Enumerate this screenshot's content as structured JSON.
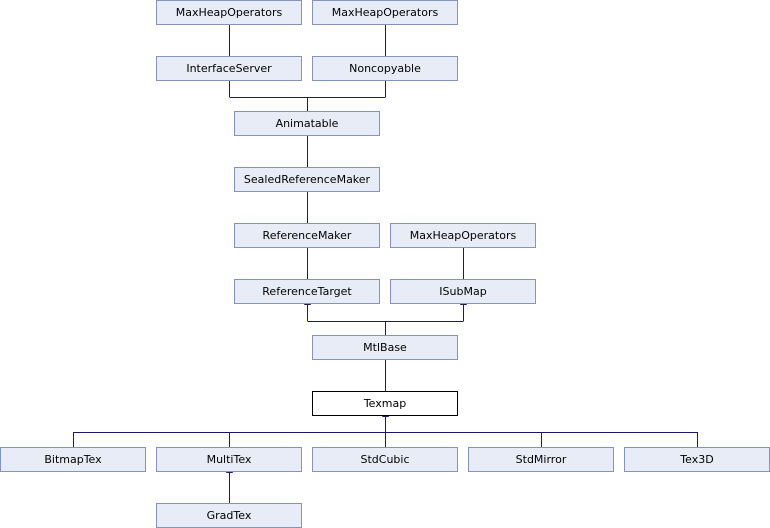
{
  "diagram": {
    "nodes": {
      "mho1": "MaxHeapOperators",
      "mho2": "MaxHeapOperators",
      "interface_server": "InterfaceServer",
      "noncopyable": "Noncopyable",
      "animatable": "Animatable",
      "sealed_reference_maker": "SealedReferenceMaker",
      "reference_maker": "ReferenceMaker",
      "mho3": "MaxHeapOperators",
      "reference_target": "ReferenceTarget",
      "isubmap": "ISubMap",
      "mtlbase": "MtlBase",
      "texmap": "Texmap",
      "bitmaptex": "BitmapTex",
      "multitex": "MultiTex",
      "stdcubic": "StdCubic",
      "stdmirror": "StdMirror",
      "tex3d": "Tex3D",
      "gradtex": "GradTex"
    },
    "colors": {
      "node_fill": "#e8ecf6",
      "node_border": "#8494c1",
      "current_fill": "#ffffff",
      "current_border": "#000000",
      "edge": "#191970"
    }
  }
}
